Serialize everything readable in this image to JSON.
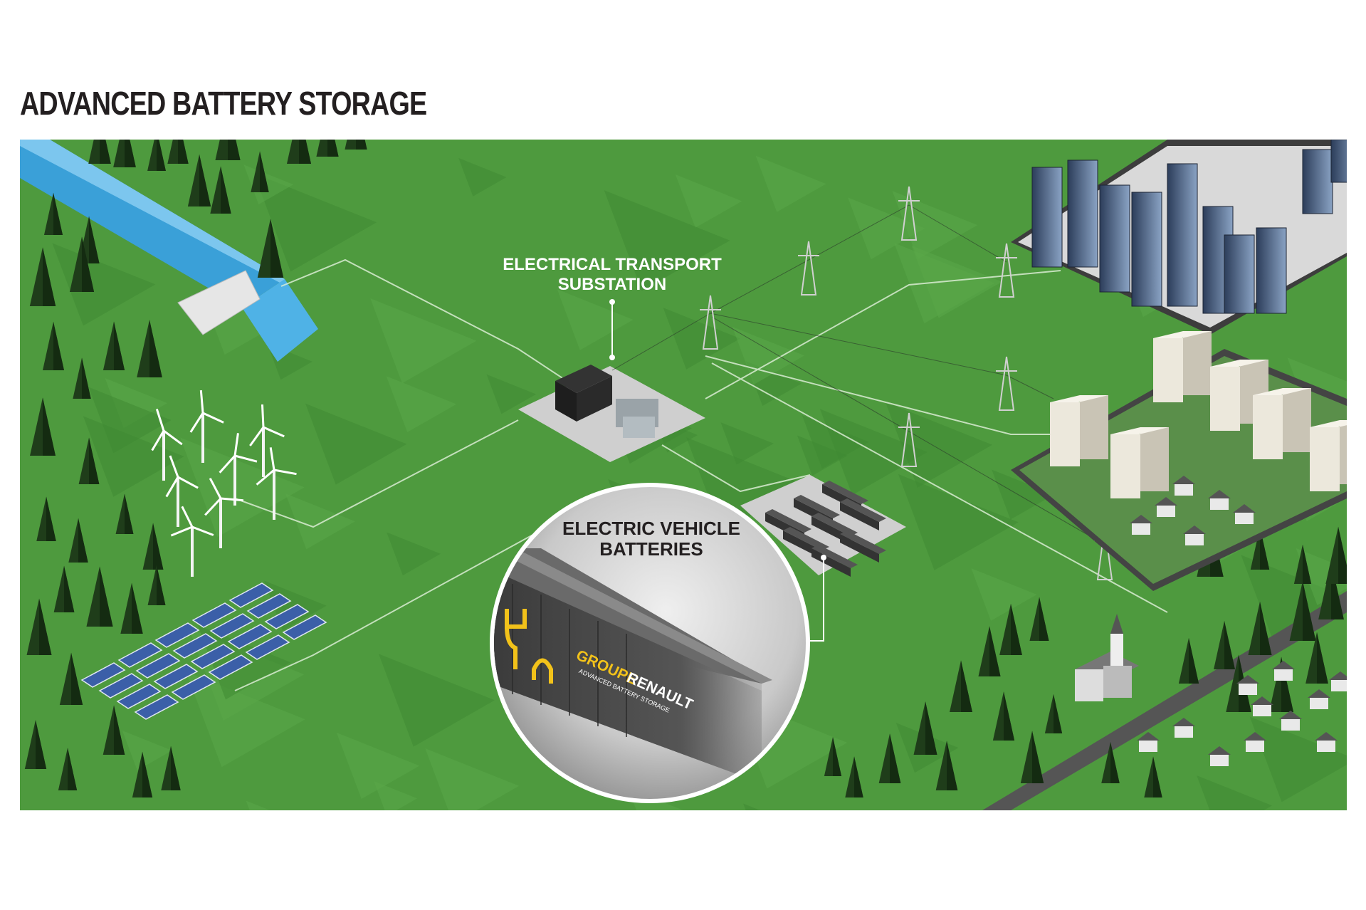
{
  "title": "ADVANCED BATTERY STORAGE",
  "labels": {
    "substation_line1": "ELECTRICAL TRANSPORT",
    "substation_line2": "SUBSTATION",
    "ev_line1": "ELECTRIC VEHICLE",
    "ev_line2": "BATTERIES",
    "container_brand_yellow": "GROUPE",
    "container_brand_white": "RENAULT",
    "container_sub": "ADVANCED BATTERY STORAGE"
  },
  "colors": {
    "grass": "#4e9a3e",
    "water": "#3aa0d8",
    "tree": "#1f3d1a",
    "accent_yellow": "#f2c21a",
    "title": "#231f20"
  }
}
